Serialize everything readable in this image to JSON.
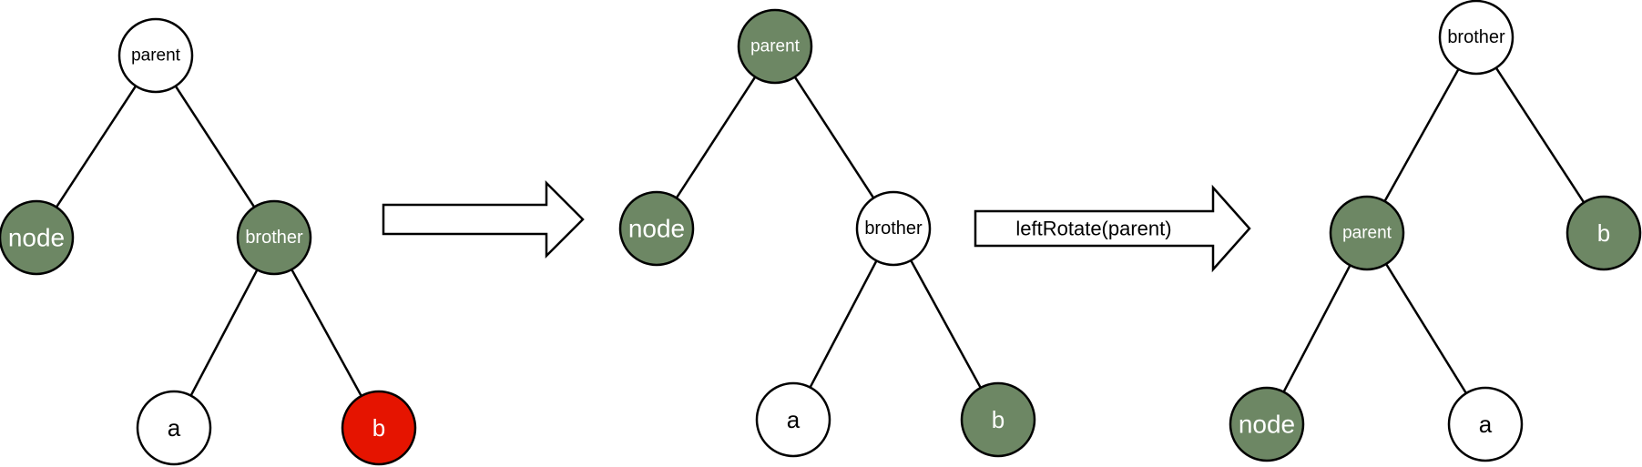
{
  "colors": {
    "black": "#000000",
    "white": "#ffffff",
    "green": "#6d8764",
    "red": "#e51400"
  },
  "trees": [
    {
      "nodes": [
        {
          "id": "parent",
          "label": "parent",
          "fill": "white"
        },
        {
          "id": "node",
          "label": "node",
          "fill": "green"
        },
        {
          "id": "brother",
          "label": "brother",
          "fill": "green"
        },
        {
          "id": "a",
          "label": "a",
          "fill": "white"
        },
        {
          "id": "b",
          "label": "b",
          "fill": "red"
        }
      ],
      "edges": [
        [
          "parent",
          "node"
        ],
        [
          "parent",
          "brother"
        ],
        [
          "brother",
          "a"
        ],
        [
          "brother",
          "b"
        ]
      ]
    },
    {
      "nodes": [
        {
          "id": "parent",
          "label": "parent",
          "fill": "green"
        },
        {
          "id": "node",
          "label": "node",
          "fill": "green"
        },
        {
          "id": "brother",
          "label": "brother",
          "fill": "white"
        },
        {
          "id": "a",
          "label": "a",
          "fill": "white"
        },
        {
          "id": "b",
          "label": "b",
          "fill": "green"
        }
      ],
      "edges": [
        [
          "parent",
          "node"
        ],
        [
          "parent",
          "brother"
        ],
        [
          "brother",
          "a"
        ],
        [
          "brother",
          "b"
        ]
      ]
    },
    {
      "nodes": [
        {
          "id": "brother",
          "label": "brother",
          "fill": "white"
        },
        {
          "id": "parent",
          "label": "parent",
          "fill": "green"
        },
        {
          "id": "b",
          "label": "b",
          "fill": "green"
        },
        {
          "id": "node",
          "label": "node",
          "fill": "green"
        },
        {
          "id": "a",
          "label": "a",
          "fill": "white"
        }
      ],
      "edges": [
        [
          "brother",
          "parent"
        ],
        [
          "brother",
          "b"
        ],
        [
          "parent",
          "node"
        ],
        [
          "parent",
          "a"
        ]
      ]
    }
  ],
  "arrows": [
    {
      "label": ""
    },
    {
      "label": "leftRotate(parent)"
    }
  ]
}
